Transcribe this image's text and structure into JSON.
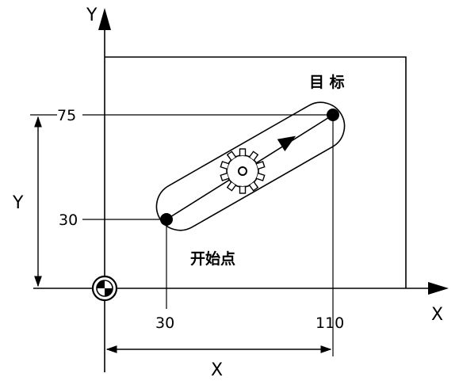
{
  "axes": {
    "x_label": "X",
    "y_label": "Y"
  },
  "dims": {
    "y_dimension_label": "Y",
    "x_dimension_label": "X",
    "y_start": "30",
    "y_target": "75",
    "x_start": "30",
    "x_target": "110"
  },
  "points": {
    "start_label": "开始点",
    "target_label": "目 标"
  },
  "icons": {
    "origin": "origin-reference-icon",
    "tool": "milling-cutter-icon",
    "direction": "direction-arrow-icon"
  }
}
